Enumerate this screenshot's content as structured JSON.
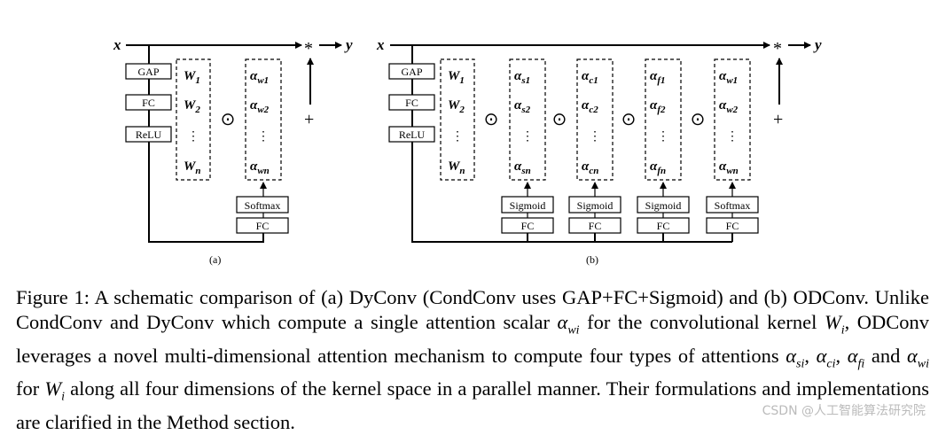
{
  "diagram": {
    "panel_a": {
      "label": "(a)",
      "input": "x",
      "output": "y",
      "star": "*",
      "plus": "+",
      "stack": [
        "GAP",
        "FC",
        "ReLU"
      ],
      "kernels": {
        "base": "W",
        "subs": [
          "1",
          "2",
          "n"
        ]
      },
      "dot": "⊙",
      "vdots": "⋮",
      "attention": {
        "base": "α",
        "subs": [
          "w1",
          "w2",
          "wn"
        ],
        "head": "Softmax",
        "fc": "FC"
      }
    },
    "panel_b": {
      "label": "(b)",
      "input": "x",
      "output": "y",
      "star": "*",
      "plus": "+",
      "stack": [
        "GAP",
        "FC",
        "ReLU"
      ],
      "kernels": {
        "base": "W",
        "subs": [
          "1",
          "2",
          "n"
        ]
      },
      "dot": "⊙",
      "vdots": "⋮",
      "attentions": [
        {
          "base": "α",
          "subs": [
            "s1",
            "s2",
            "sn"
          ],
          "head": "Sigmoid",
          "fc": "FC"
        },
        {
          "base": "α",
          "subs": [
            "c1",
            "c2",
            "cn"
          ],
          "head": "Sigmoid",
          "fc": "FC"
        },
        {
          "base": "α",
          "subs": [
            "f1",
            "f2",
            "fn"
          ],
          "head": "Sigmoid",
          "fc": "FC"
        },
        {
          "base": "α",
          "subs": [
            "w1",
            "w2",
            "wn"
          ],
          "head": "Softmax",
          "fc": "FC"
        }
      ]
    }
  },
  "caption": {
    "t1": "Figure 1: A schematic comparison of (a) DyConv (CondConv uses GAP+FC+Sigmoid) and (b) ODConv. Unlike CondConv and DyConv which compute a single attention scalar ",
    "m1": "α",
    "m1s": "wi",
    "t2": " for the convolutional kernel ",
    "m2": "W",
    "m2s": "i",
    "t3": ", ODConv leverages a novel multi-dimensional attention mechanism to compute four types of attentions ",
    "m3": "α",
    "m3s": "si",
    "t4": ", ",
    "m4": "α",
    "m4s": "ci",
    "t5": ", ",
    "m5": "α",
    "m5s": "fi",
    "t6": " and ",
    "m6": "α",
    "m6s": "wi",
    "t7": " for ",
    "m7": "W",
    "m7s": "i",
    "t8": " along all four dimensions of the kernel space in a parallel manner. Their formulations and implementations are clarified in the Method section."
  },
  "watermark": "CSDN @人工智能算法研究院"
}
